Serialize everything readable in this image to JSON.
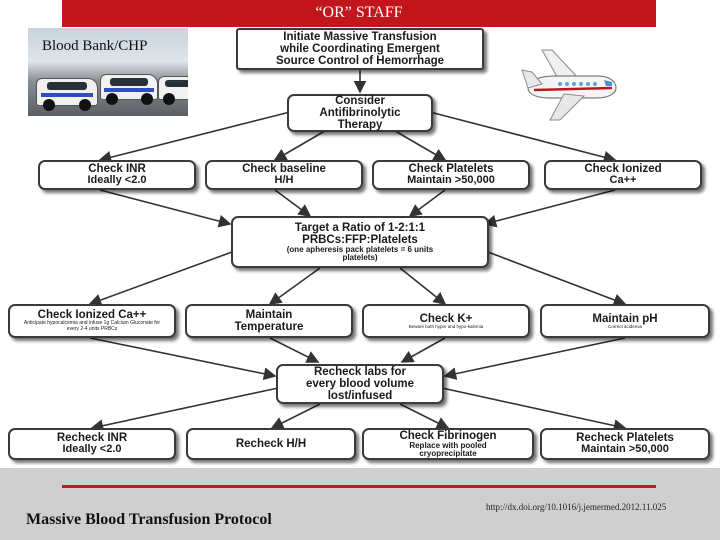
{
  "header": {
    "title": "“OR” STAFF"
  },
  "photo": {
    "label": "Blood Bank/CHP"
  },
  "icons": {
    "plane": "airplane-icon"
  },
  "colors": {
    "accent": "#c0161c",
    "footer_bg": "#cfcfcf"
  },
  "flow": {
    "start": {
      "line1": "Initiate Massive Transfusion",
      "line2": "while Coordinating Emergent",
      "line3": "Source Control of Hemorrhage"
    },
    "antifib": {
      "line1": "Consider",
      "line2": "Antifibrinolytic",
      "line3": "Therapy"
    },
    "checks": [
      {
        "title": "Check INR",
        "sub": "Ideally <2.0"
      },
      {
        "title": "Check baseline",
        "sub": "H/H"
      },
      {
        "title": "Check Platelets",
        "sub": "Maintain >50,000"
      },
      {
        "title": "Check Ionized",
        "sub": "Ca++"
      }
    ],
    "ratio": {
      "line1": "Target a Ratio of 1-2:1:1",
      "line2": "PRBCs:FFP:Platelets",
      "line3": "(one apheresis pack platelets = 6 units",
      "line4": "platelets)"
    },
    "maintain": [
      {
        "title": "Check Ionized Ca++",
        "sub": "Anticipate hypocalcemia and infuse 1g Calcium Gluconate for every 2-4 units PRBCs"
      },
      {
        "title": "Maintain",
        "sub": "Temperature"
      },
      {
        "title": "Check K+",
        "sub": "Beware both hyper and hypo-kalemia"
      },
      {
        "title": "Maintain pH",
        "sub": "Correct acidemia"
      }
    ],
    "recheck_labs": {
      "line1": "Recheck labs for",
      "line2": "every blood volume",
      "line3": "lost/infused"
    },
    "rechecks": [
      {
        "title": "Recheck INR",
        "sub": "Ideally <2.0"
      },
      {
        "title": "Recheck H/H",
        "sub": ""
      },
      {
        "title": "Check Fibrinogen",
        "sub": "Replace with pooled",
        "sub2": "cryoprecipitate"
      },
      {
        "title": "Recheck Platelets",
        "sub": "Maintain >50,000"
      }
    ]
  },
  "footer": {
    "title": "Massive Blood Transfusion Protocol",
    "doi": "http://dx.doi.org/10.1016/j.jemermed.2012.11.025"
  }
}
